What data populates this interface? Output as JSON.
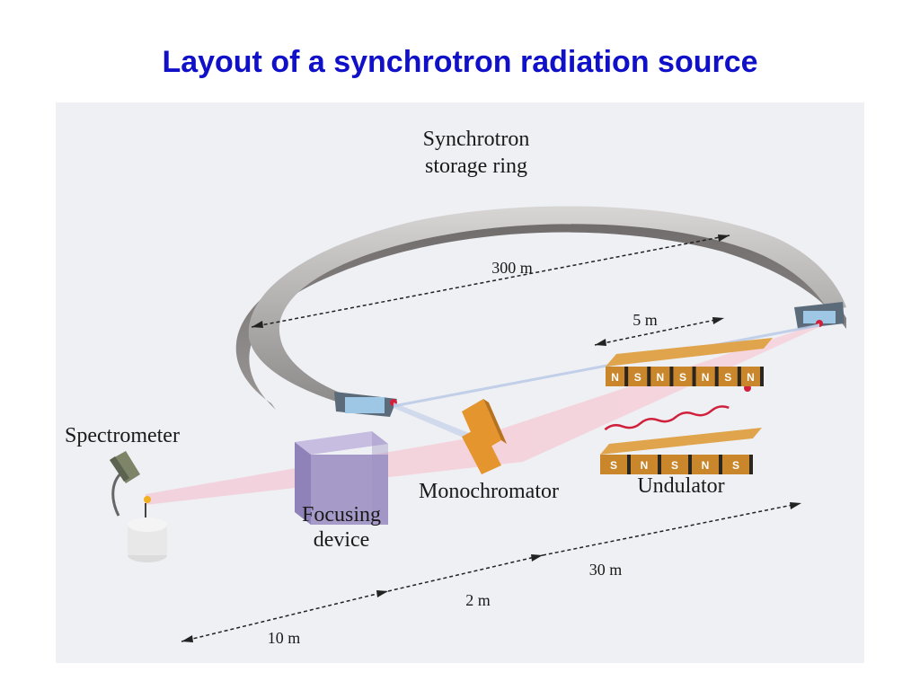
{
  "slide": {
    "title": "Layout of a synchrotron radiation source",
    "title_color": "#1010c8"
  },
  "diagram": {
    "labels": {
      "ring_line1": "Synchrotron",
      "ring_line2": "storage ring",
      "spectrometer": "Spectrometer",
      "focusing_line1": "Focusing",
      "focusing_line2": "device",
      "monochromator": "Monochromator",
      "undulator": "Undulator"
    },
    "dimensions": {
      "ring_diameter": "300 m",
      "undulator_length": "5 m",
      "dist_30": "30  m",
      "dist_2": "2  m",
      "dist_10": "10  m"
    },
    "magnet_poles": {
      "top_row": [
        "N",
        "S",
        "N",
        "S",
        "N",
        "S",
        "N"
      ],
      "bottom_row": [
        "S",
        "N",
        "S",
        "N",
        "S"
      ]
    },
    "colors": {
      "ring": "#8f8c8c",
      "magnet": "#c9862a",
      "magnet_dark": "#2b2620",
      "focusing_box": "#a69ac8",
      "beam": "#f3c7d1",
      "electron_path": "#d0203c"
    }
  }
}
